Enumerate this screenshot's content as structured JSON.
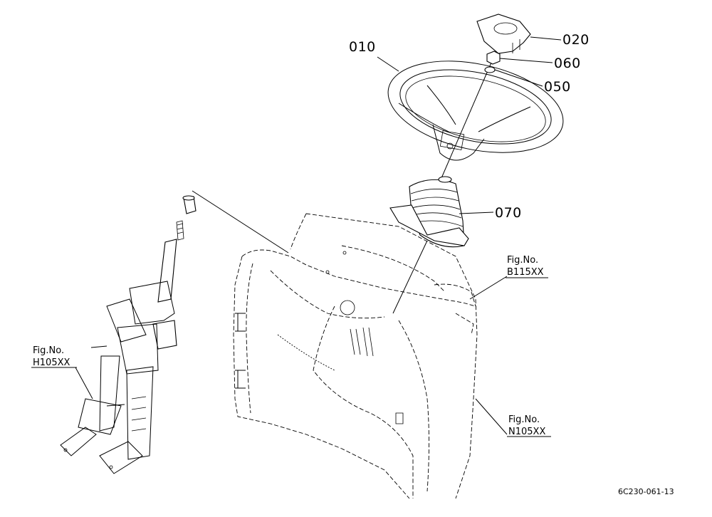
{
  "callouts": [
    {
      "id": "010",
      "label": "010"
    },
    {
      "id": "020",
      "label": "020"
    },
    {
      "id": "060",
      "label": "060"
    },
    {
      "id": "050",
      "label": "050"
    },
    {
      "id": "070",
      "label": "070"
    }
  ],
  "figure_refs": [
    {
      "id": "b115",
      "prefix": "Fig.No.",
      "code": "B115XX"
    },
    {
      "id": "h105",
      "prefix": "Fig.No.",
      "code": "H105XX"
    },
    {
      "id": "n105",
      "prefix": "Fig.No.",
      "code": "N105XX"
    }
  ],
  "drawing_code": "6C230-061-13"
}
